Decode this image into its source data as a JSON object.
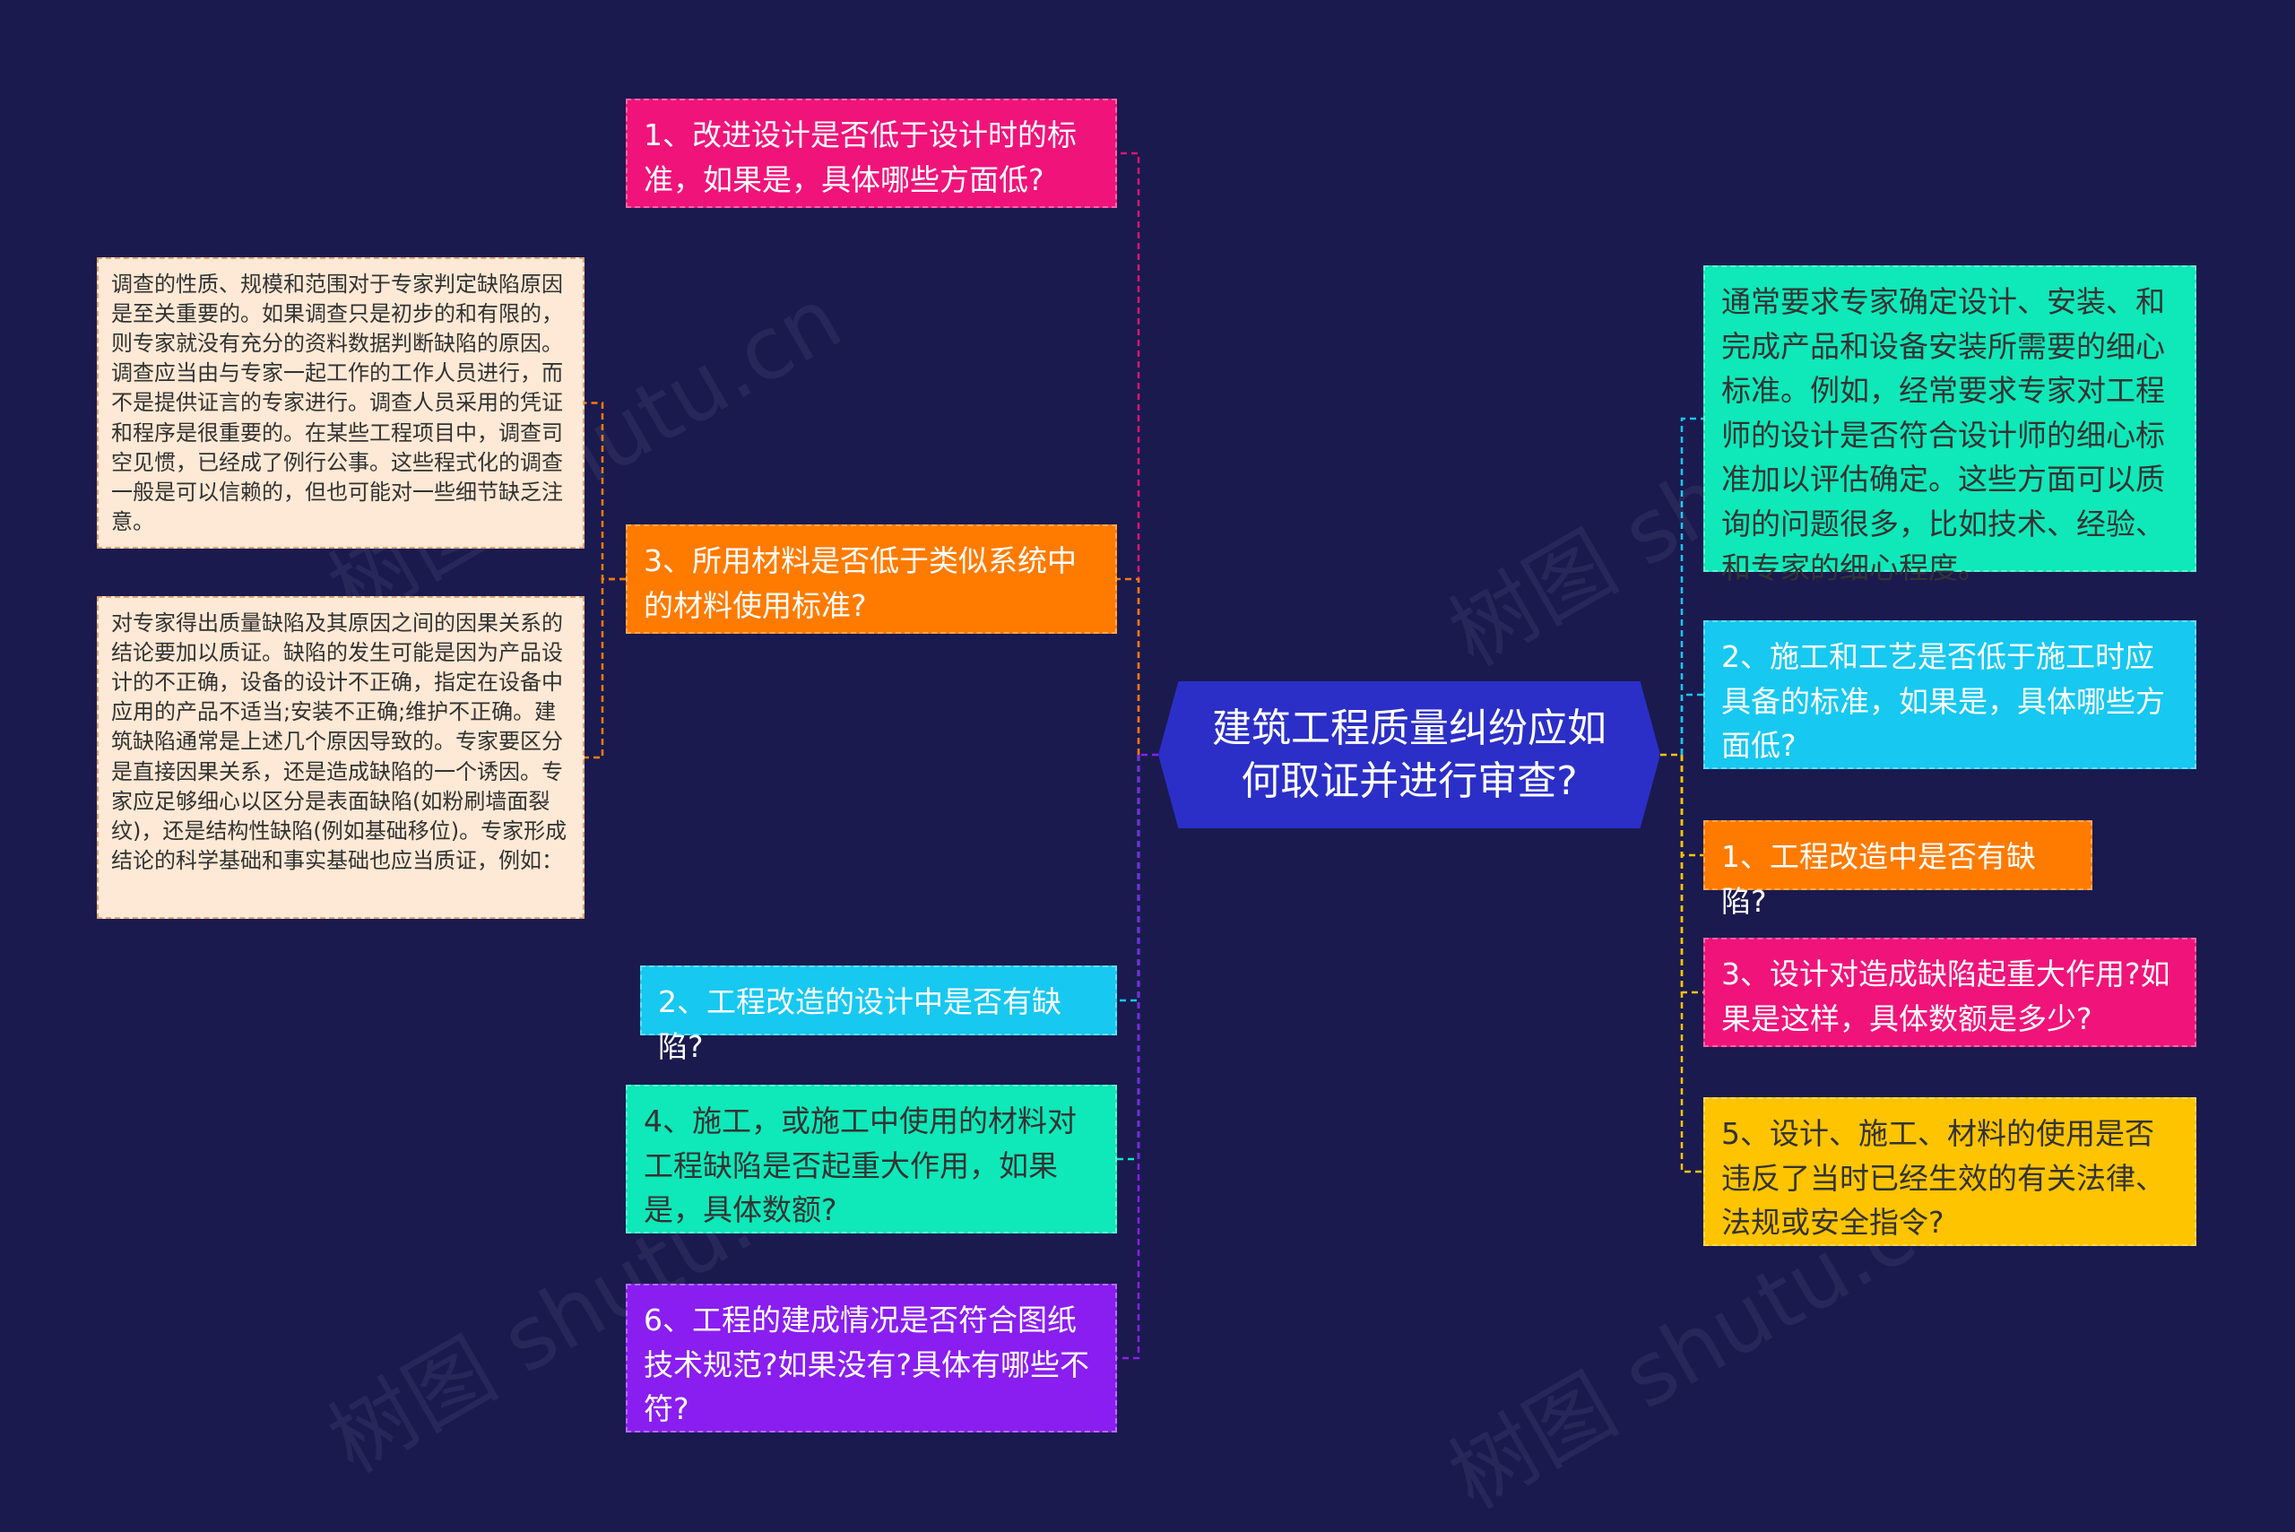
{
  "root": {
    "label": "建筑工程质量纠纷应如何取证并进行审查?"
  },
  "left": [
    {
      "label": "1、改进设计是否低于设计时的标准，如果是，具体哪些方面低?",
      "color": "#f0147a",
      "line": "#e0146e"
    },
    {
      "label": "3、所用材料是否低于类似系统中的材料使用标准?",
      "color": "#ff7b00",
      "line": "#ff7b00"
    },
    {
      "label": "2、工程改造的设计中是否有缺陷?",
      "color": "#17c8f0",
      "line": "#17c8f0"
    },
    {
      "label": "4、施工，或施工中使用的材料对工程缺陷是否起重大作用，如果是，具体数额?",
      "color": "#0fe8b8",
      "line": "#0fe8b8"
    },
    {
      "label": "6、工程的建成情况是否符合图纸技术规范?如果没有?具体有哪些不符?",
      "color": "#8a1ef0",
      "line": "#8a1ef0"
    }
  ],
  "notes": [
    {
      "label": "调查的性质、规模和范围对于专家判定缺陷原因是至关重要的。如果调查只是初步的和有限的，则专家就没有充分的资料数据判断缺陷的原因。调查应当由与专家一起工作的工作人员进行，而不是提供证言的专家进行。调查人员采用的凭证和程序是很重要的。在某些工程项目中，调查司空见惯，已经成了例行公事。这些程式化的调查一般是可以信赖的，但也可能对一些细节缺乏注意。"
    },
    {
      "label": "对专家得出质量缺陷及其原因之间的因果关系的结论要加以质证。缺陷的发生可能是因为产品设计的不正确，设备的设计不正确，指定在设备中应用的产品不适当;安装不正确;维护不正确。建筑缺陷通常是上述几个原因导致的。专家要区分是直接因果关系，还是造成缺陷的一个诱因。专家应足够细心以区分是表面缺陷(如粉刷墙面裂纹)，还是结构性缺陷(例如基础移位)。专家形成结论的科学基础和事实基础也应当质证，例如："
    }
  ],
  "right": [
    {
      "label": "通常要求专家确定设计、安装、和完成产品和设备安装所需要的细心标准。例如，经常要求专家对工程师的设计是否符合设计师的细心标准加以评估确定。这些方面可以质询的问题很多，比如技术、经验、和专家的细心程度。",
      "color": "#0fe8b8",
      "line": "#17c8f0"
    },
    {
      "label": "2、施工和工艺是否低于施工时应具备的标准，如果是，具体哪些方面低?",
      "color": "#17c8f0",
      "line": "#17c8f0"
    },
    {
      "label": "1、工程改造中是否有缺陷?",
      "color": "#ff7b00",
      "line": "#ffc400"
    },
    {
      "label": "3、设计对造成缺陷起重大作用?如果是这样，具体数额是多少?",
      "color": "#f0147a",
      "line": "#ffc400"
    },
    {
      "label": "5、设计、施工、材料的使用是否违反了当时已经生效的有关法律、法规或安全指令?",
      "color": "#ffc400",
      "line": "#ffc400"
    }
  ],
  "watermark": {
    "text": "树图 shutu.cn"
  }
}
